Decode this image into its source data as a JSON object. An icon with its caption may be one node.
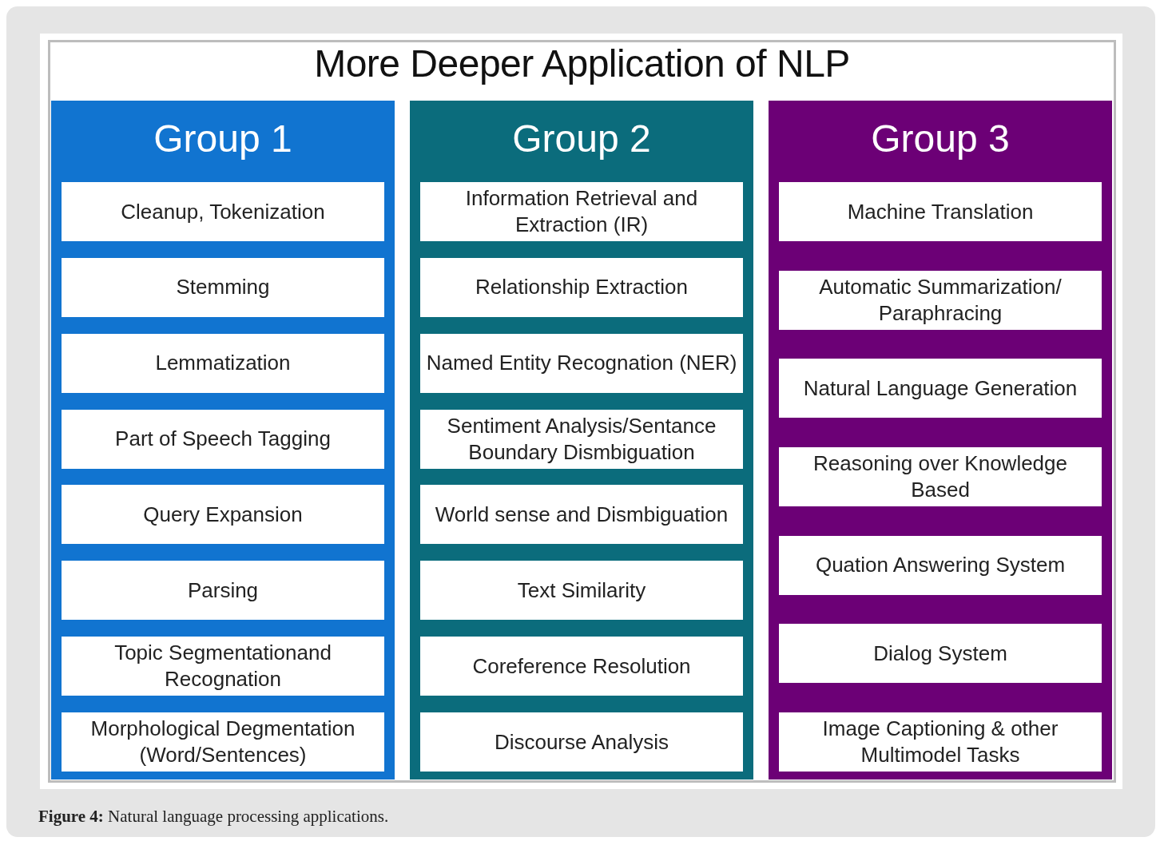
{
  "diagram": {
    "title": "More Deeper Application of NLP",
    "caption": "**Figure 4:** Natural language processing applications.",
    "nodes": [
      {
        "text": [
          "Group 1"
        ]
      },
      {
        "text": [
          "Cleanup, Tokenization"
        ],
        "in": 0
      },
      {
        "text": [
          "Stemming"
        ],
        "in": 0
      },
      {
        "text": [
          "Lemmatization"
        ],
        "in": 0
      },
      {
        "text": [
          "Part of Speech Tagging"
        ],
        "in": 0
      },
      {
        "text": [
          "Query Expansion"
        ],
        "in": 0
      },
      {
        "text": [
          "Parsing"
        ],
        "in": 0
      },
      {
        "text": [
          "Topic Segmentationand Recognation"
        ],
        "in": 0
      },
      {
        "text": [
          "Morphological Degmentation (Word/Sentences)"
        ],
        "in": 0
      },
      {
        "text": [
          "Group 2"
        ]
      },
      {
        "text": [
          "Information Retrieval and Extraction (IR)"
        ],
        "in": 9
      },
      {
        "text": [
          "Relationship Extraction"
        ],
        "in": 9
      },
      {
        "text": [
          "Named Entity Recognation (NER)"
        ],
        "in": 9
      },
      {
        "text": [
          "Sentiment Analysis/Sentance Boundary Dismbiguation"
        ],
        "in": 9
      },
      {
        "text": [
          "World sense and Dismbiguation"
        ],
        "in": 9
      },
      {
        "text": [
          "Text Similarity"
        ],
        "in": 9
      },
      {
        "text": [
          "Coreference Resolution"
        ],
        "in": 9
      },
      {
        "text": [
          "Discourse Analysis"
        ],
        "in": 9
      },
      {
        "text": [
          "Group 3"
        ]
      },
      {
        "text": [
          "Machine Translation"
        ],
        "in": 18
      },
      {
        "text": [
          "Automatic Summarization/ Paraphracing"
        ],
        "in": 18
      },
      {
        "text": [
          "Natural Language Generation"
        ],
        "in": 18
      },
      {
        "text": [
          "Reasoning over Knowledge Based"
        ],
        "in": 18
      },
      {
        "text": [
          "Quation Answering System"
        ],
        "in": 18
      },
      {
        "text": [
          "Dialog System"
        ],
        "in": 18
      },
      {
        "text": [
          "Image Captioning & other Multimodel Tasks"
        ],
        "in": 18
      }
    ]
  }
}
